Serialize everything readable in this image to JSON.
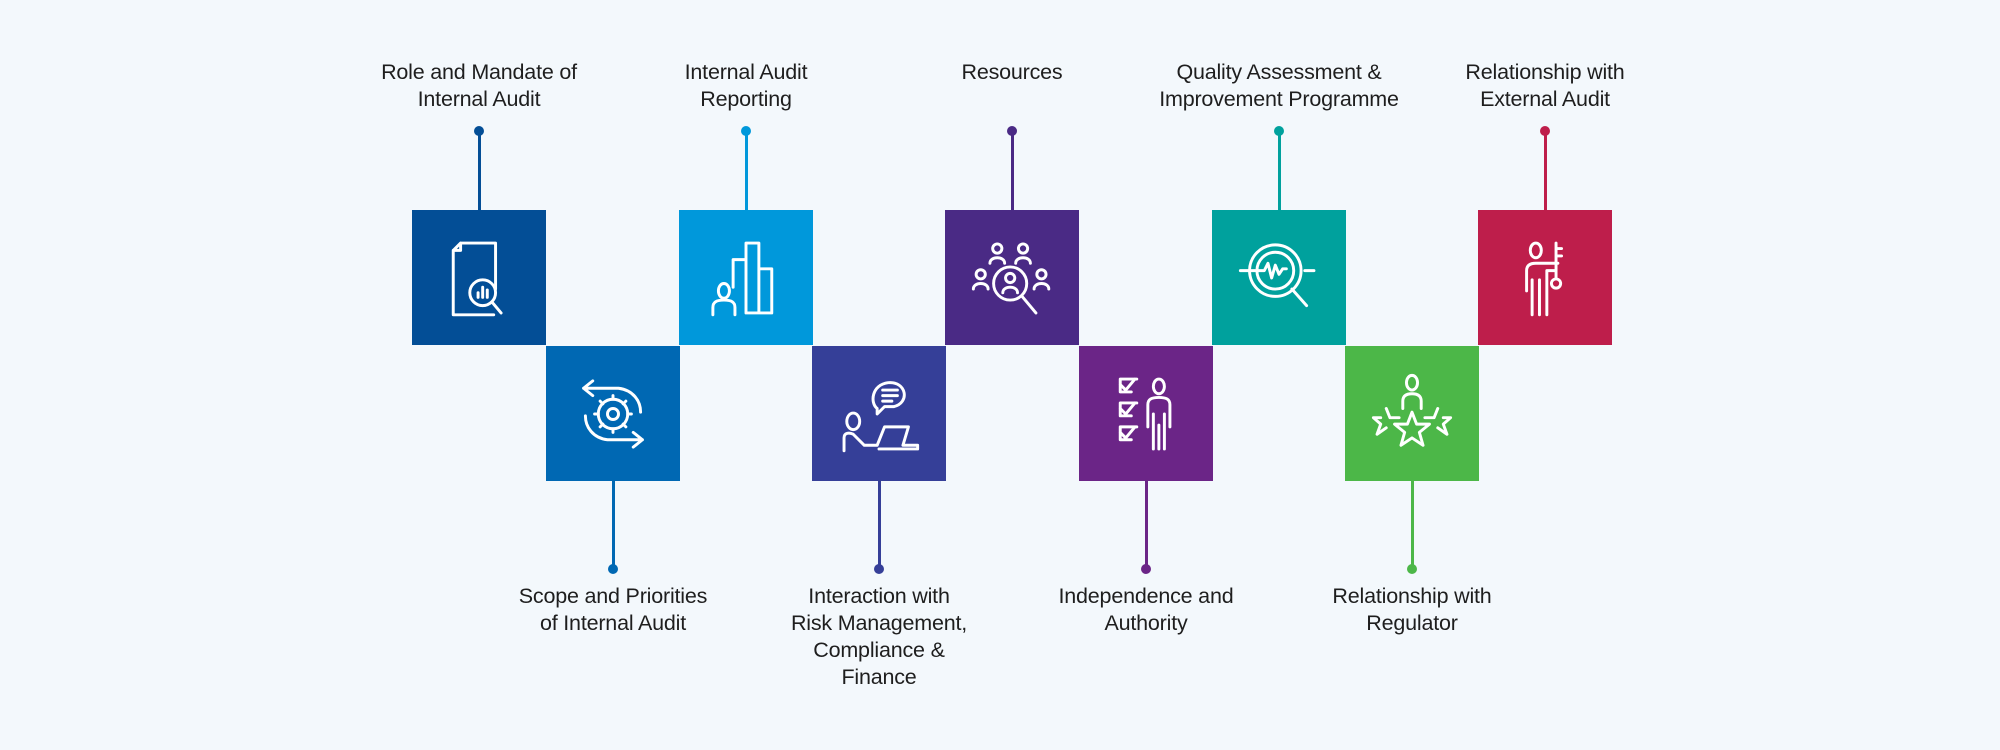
{
  "items": [
    {
      "label": "Role and Mandate of\nInternal Audit",
      "color": "#034e96",
      "icon": "document-search-chart-icon"
    },
    {
      "label": "Scope and Priorities\nof Internal Audit",
      "color": "#0068b3",
      "icon": "gear-cycle-icon"
    },
    {
      "label": "Internal Audit\nReporting",
      "color": "#0098db",
      "icon": "person-bar-chart-icon"
    },
    {
      "label": "Interaction with\nRisk Management,\nCompliance &\nFinance",
      "color": "#353f98",
      "icon": "person-laptop-chat-icon"
    },
    {
      "label": "Resources",
      "color": "#4a2a85",
      "icon": "people-search-icon"
    },
    {
      "label": "Independence and\nAuthority",
      "color": "#6b2587",
      "icon": "person-checklist-icon"
    },
    {
      "label": "Quality Assessment &\nImprovement Programme",
      "color": "#00a19d",
      "icon": "magnifier-pulse-icon"
    },
    {
      "label": "Relationship with\nRegulator",
      "color": "#4cb748",
      "icon": "person-stars-icon"
    },
    {
      "label": "Relationship with\nExternal Audit",
      "color": "#be1e4b",
      "icon": "person-key-icon"
    }
  ]
}
